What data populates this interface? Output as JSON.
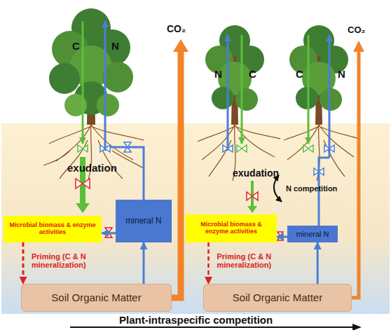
{
  "diagram": {
    "nodes": [
      {
        "text": [
          "Microbial biomass & enzyme activities"
        ]
      },
      {
        "text": [
          "mineral N"
        ]
      },
      {
        "text": [
          "Soil Organic Matter"
        ]
      },
      {
        "text": [
          "Microbial biomass & enzyme activities"
        ]
      },
      {
        "text": [
          "mineral N"
        ]
      },
      {
        "text": [
          "Soil Organic Matter"
        ]
      }
    ],
    "edges": [
      {
        "from": 2,
        "to": 1,
        "arrow": "to"
      },
      {
        "from": 1,
        "to": 0,
        "arrow": "to"
      },
      {
        "from": 0,
        "to": 2,
        "arrow": "to",
        "label": "Priming (C & N mineralization)"
      },
      {
        "from": 5,
        "to": 4,
        "arrow": "to"
      },
      {
        "from": 4,
        "to": 3,
        "arrow": "to"
      },
      {
        "from": 3,
        "to": 5,
        "arrow": "to",
        "label": "Priming (C & N mineralization)"
      }
    ],
    "labels": [
      "C",
      "N",
      "exudation",
      "CO₂",
      "N",
      "C",
      "C",
      "N",
      "exudation",
      "N competition",
      "CO₂",
      "Plant-intraspecific competition"
    ]
  }
}
